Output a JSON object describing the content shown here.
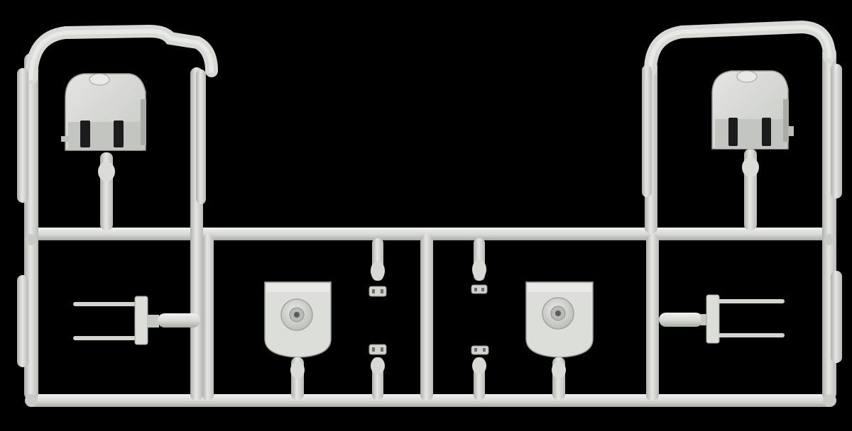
{
  "scene": {
    "background_color": "#000000",
    "plastic_color": "#d9dbd7",
    "plastic_shade_color": "#b4b6b2",
    "plastic_dark_color": "#8c8e8a",
    "part_hole_color": "#2a2a2a"
  },
  "parts": {
    "turret_count": 2,
    "gun_mount_plate_count": 2,
    "fork_part_count": 2,
    "small_part_count": 4
  }
}
